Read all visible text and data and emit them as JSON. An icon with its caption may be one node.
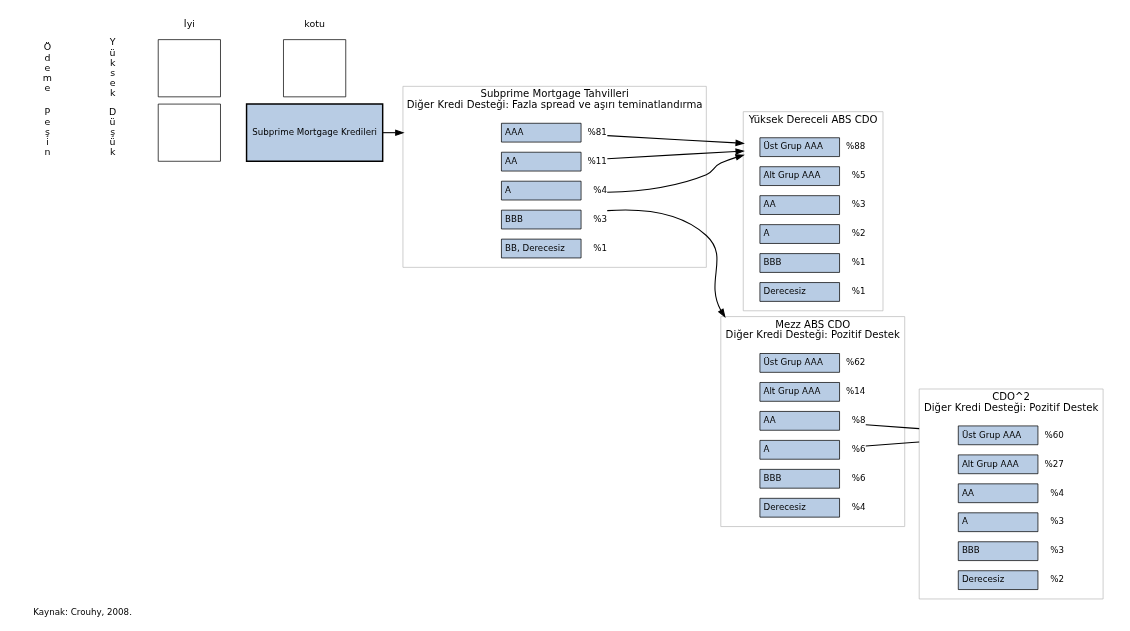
{
  "diagram": {
    "caption": "Kaynak: Crouhy, 2008.",
    "nodes": [
      {
        "text": [],
        "shape": "box"
      },
      {
        "text": [
          "Subprime Mortgage Kredileri"
        ]
      },
      {
        "text": [],
        "shape": "box"
      },
      {
        "text": [],
        "shape": "box"
      },
      {
        "text": [
          "Subprime Mortgage Tahvilleri",
          "Diğer Kredi Desteği: Fazla spread ve aşırı teminatlandırma"
        ]
      },
      {
        "text": [
          "AAA"
        ],
        "beside": [
          "%81"
        ],
        "in": 4
      },
      {
        "text": [
          "AA"
        ],
        "beside": [
          "%11"
        ],
        "in": 4
      },
      {
        "text": [
          "A"
        ],
        "beside": [
          "%4"
        ],
        "in": 4
      },
      {
        "text": [
          "BBB"
        ],
        "beside": [
          "%3"
        ],
        "in": 4
      },
      {
        "text": [
          "BB, Derecesiz"
        ],
        "beside": [
          "%1"
        ],
        "in": 4
      },
      {
        "text": [
          "Yüksek Dereceli ABS CDO"
        ]
      },
      {
        "text": [
          "Üst Grup AAA"
        ],
        "beside": [
          "%88"
        ],
        "in": 10
      },
      {
        "text": [
          "Alt Grup AAA"
        ],
        "beside": [
          "%5"
        ],
        "in": 10
      },
      {
        "text": [
          "AA"
        ],
        "beside": [
          "%3"
        ],
        "in": 10
      },
      {
        "text": [
          "A"
        ],
        "beside": [
          "%2"
        ],
        "in": 10
      },
      {
        "text": [
          "BBB"
        ],
        "beside": [
          "%1"
        ],
        "in": 10
      },
      {
        "text": [
          "Derecesiz"
        ],
        "beside": [
          "%1"
        ],
        "in": 10
      },
      {
        "text": [
          "Mezz ABS CDO",
          "Diğer Kredi Desteği: Pozitif Destek"
        ]
      },
      {
        "text": [
          "Üst Grup AAA"
        ],
        "beside": [
          "%62"
        ],
        "in": 17
      },
      {
        "text": [
          "Alt Grup AAA"
        ],
        "beside": [
          "%14"
        ],
        "in": 17
      },
      {
        "text": [
          "AA"
        ],
        "beside": [
          "%8"
        ],
        "in": 17
      },
      {
        "text": [
          "A"
        ],
        "beside": [
          "%6"
        ],
        "in": 17
      },
      {
        "text": [
          "BBB"
        ],
        "beside": [
          "%6"
        ],
        "in": 17
      },
      {
        "text": [
          "Derecesiz"
        ],
        "beside": [
          "%4"
        ],
        "in": 17
      },
      {
        "text": [
          "CDO^2",
          "Diğer Kredi Desteği: Pozitif Destek"
        ]
      },
      {
        "text": [
          "Üst Grup AAA"
        ],
        "beside": [
          "%60"
        ],
        "in": 24
      },
      {
        "text": [
          "Alt Grup AAA"
        ],
        "beside": [
          "%27"
        ],
        "in": 24
      },
      {
        "text": [
          "AA"
        ],
        "beside": [
          "%4"
        ],
        "in": 24
      },
      {
        "text": [
          "A"
        ],
        "beside": [
          "%3"
        ],
        "in": 24
      },
      {
        "text": [
          "BBB"
        ],
        "beside": [
          "%3"
        ],
        "in": 24
      },
      {
        "text": [
          "Derecesiz"
        ],
        "beside": [
          "%2"
        ],
        "in": 24
      }
    ],
    "edges": [
      {
        "from": 1,
        "to": 4,
        "arrow": "to"
      },
      {
        "from": 5,
        "to": 10,
        "arrow": "to"
      },
      {
        "from": 6,
        "to": 10,
        "arrow": "to"
      },
      {
        "from": 7,
        "to": 10,
        "arrow": "to"
      },
      {
        "from": 8,
        "to": 17,
        "arrow": "to"
      },
      {
        "from": 20,
        "to": 24,
        "arrow": "none"
      },
      {
        "from": 21,
        "to": 24,
        "arrow": "none"
      }
    ],
    "labels": [
      "Peşin",
      "Düşük",
      "Ödeme",
      "Yüksek",
      "İyi",
      "kotu"
    ]
  }
}
